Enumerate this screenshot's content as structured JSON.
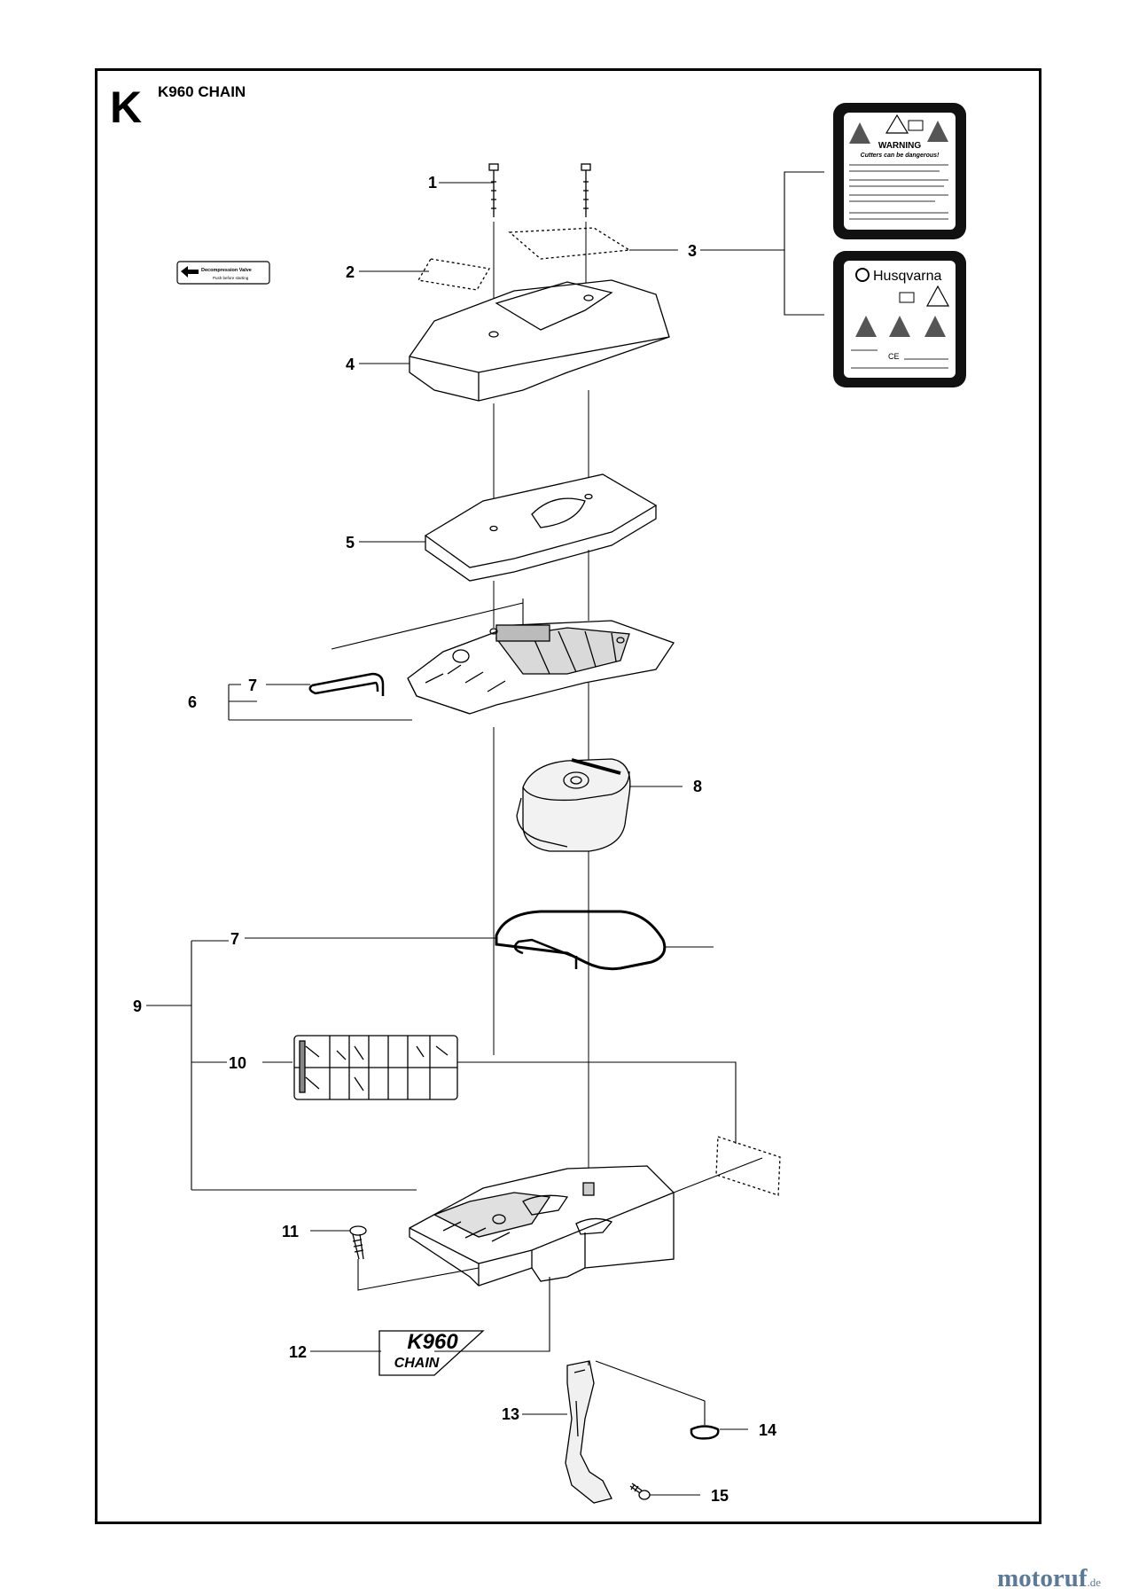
{
  "header": {
    "section_letter": "K",
    "title": "K960 CHAIN"
  },
  "labels": {
    "warning_decal": {
      "heading": "WARNING",
      "subheading": "Cutters can be dangerous!"
    },
    "brand_decal": {
      "brand": "Husqvarna",
      "ce_mark": "CE"
    },
    "decompression_decal": {
      "line1": "Decompression Valve",
      "line2": "Push before starting"
    },
    "model_decal": {
      "line1": "K960",
      "line2": "CHAIN"
    }
  },
  "callouts": [
    {
      "number": "1",
      "part": "screw"
    },
    {
      "number": "2",
      "part": "decompression-valve-decal"
    },
    {
      "number": "3",
      "part": "warning-decal"
    },
    {
      "number": "4",
      "part": "filter-cover"
    },
    {
      "number": "5",
      "part": "pre-filter"
    },
    {
      "number": "6",
      "part": "filter-holder"
    },
    {
      "number": "7",
      "part": "seal"
    },
    {
      "number": "8",
      "part": "air-filter"
    },
    {
      "number": "7",
      "part": "gasket"
    },
    {
      "number": "9",
      "part": "filter-base-assembly"
    },
    {
      "number": "10",
      "part": "instruction-decal"
    },
    {
      "number": "11",
      "part": "screw"
    },
    {
      "number": "12",
      "part": "model-decal"
    },
    {
      "number": "13",
      "part": "intake-hose"
    },
    {
      "number": "14",
      "part": "o-ring"
    },
    {
      "number": "15",
      "part": "screw"
    }
  ],
  "watermark": {
    "name": "motoruf",
    "tld": ".de",
    "color": "#5b7a9a"
  }
}
